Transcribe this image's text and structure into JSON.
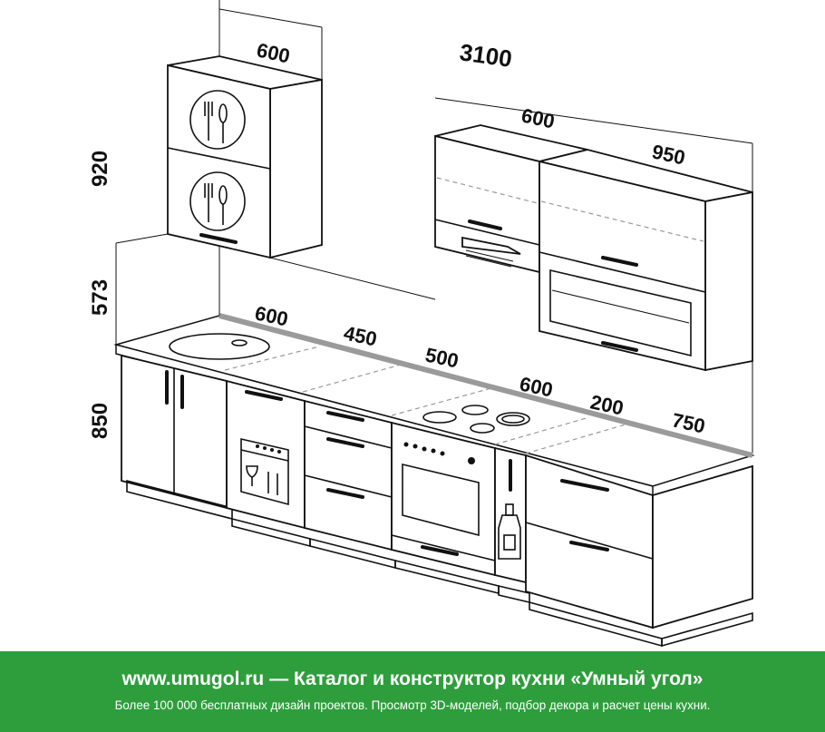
{
  "dimensions": {
    "total_width": "3100",
    "upper_left_width": "600",
    "upper_left_height": "920",
    "wall_gap_height": "573",
    "base_height": "850",
    "upper_right_a": "600",
    "upper_right_b": "950",
    "base_1": "600",
    "base_2": "450",
    "base_3": "500",
    "base_4": "600",
    "base_5": "200",
    "base_6": "750"
  },
  "icons": [
    "utensils-icon",
    "sink-icon",
    "hob-icon",
    "oven-icon",
    "dishwasher-icon",
    "bottle-icon",
    "range-hood-icon"
  ],
  "banner": {
    "site": "www.umugol.ru",
    "separator": "—",
    "title": "Каталог и конструктор кухни «Умный угол»",
    "subtitle": "Более 100 000 бесплатных дизайн проектов. Просмотр 3D-моделей, подбор декора и расчет цены кухни.",
    "background_color": "#2e9e3c"
  }
}
